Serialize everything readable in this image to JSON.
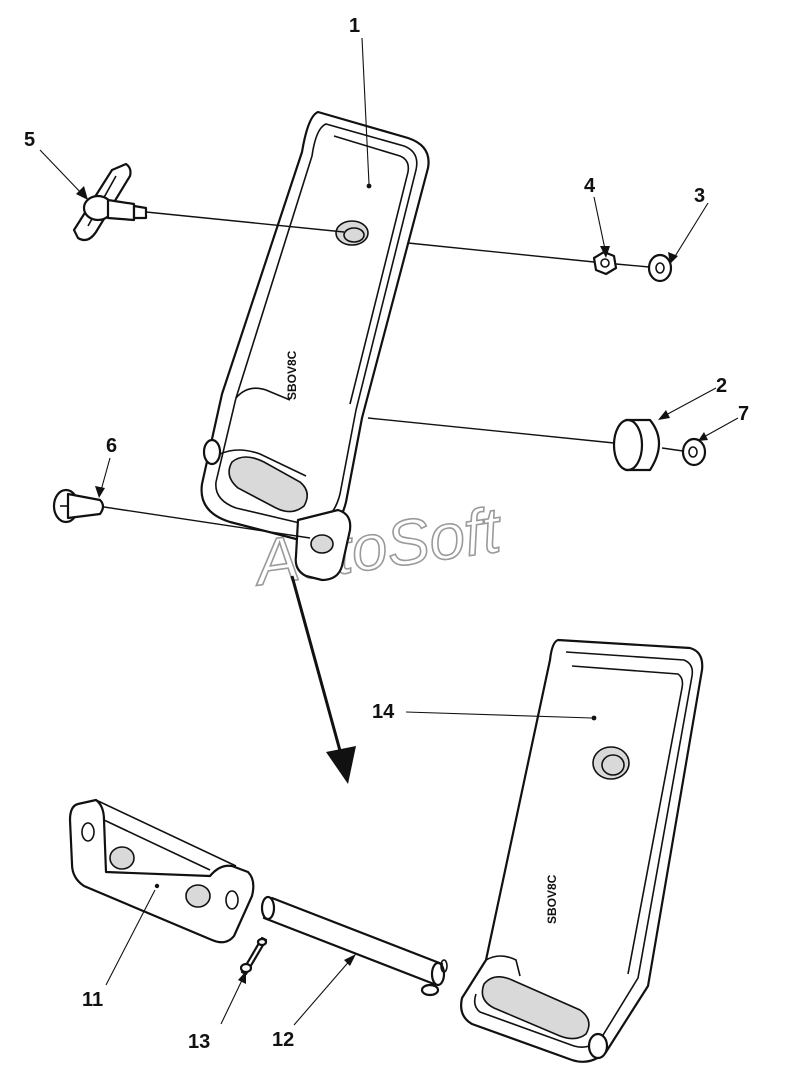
{
  "diagram": {
    "callouts": [
      {
        "id": "1",
        "label": "1"
      },
      {
        "id": "2",
        "label": "2"
      },
      {
        "id": "3",
        "label": "3"
      },
      {
        "id": "4",
        "label": "4"
      },
      {
        "id": "5",
        "label": "5"
      },
      {
        "id": "6",
        "label": "6"
      },
      {
        "id": "7",
        "label": "7"
      },
      {
        "id": "11",
        "label": "11"
      },
      {
        "id": "12",
        "label": "12"
      },
      {
        "id": "13",
        "label": "13"
      },
      {
        "id": "14",
        "label": "14"
      }
    ],
    "embossed_marking": "SBOV8C",
    "watermark": "AutoSoft"
  }
}
